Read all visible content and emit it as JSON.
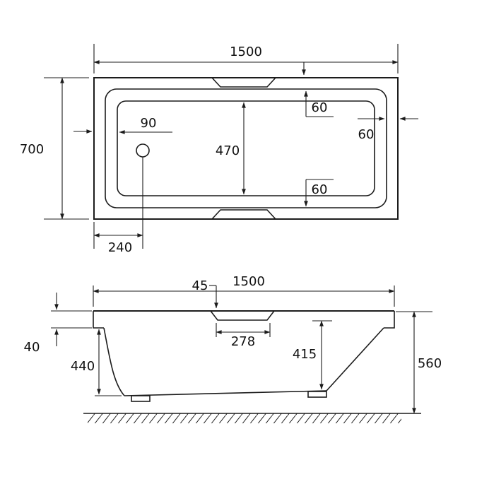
{
  "drawing": {
    "type": "bath-technical-drawing",
    "plan_view": {
      "length": "1500",
      "width": "700",
      "drain_offset": "90",
      "internal_width": "470",
      "rim_top": "60",
      "rim_right": "60",
      "rim_bottom": "60",
      "drain_from_end": "240"
    },
    "elevation_view": {
      "length": "1500",
      "recess_depth": "45",
      "recess_length": "278",
      "rim_thickness": "40",
      "external_depth": "440",
      "internal_depth": "415",
      "overall_height": "560"
    }
  }
}
